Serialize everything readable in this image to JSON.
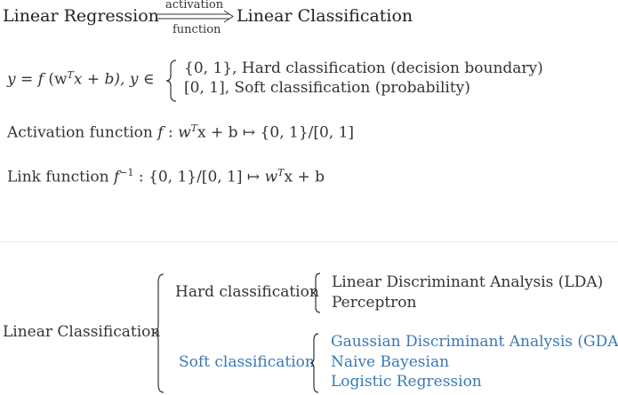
{
  "header": {
    "left": "Linear Regression",
    "arrow_top": "activation",
    "arrow_bottom": "function",
    "right": "Linear Classification"
  },
  "equation": {
    "lhs": "y = f",
    "args": "(w",
    "sup_t": "T",
    "args_end": "x + b)",
    "sep": ", y ∈",
    "case1_set": "{0, 1},",
    "case1_text": "Hard classification (decision boundary)",
    "case2_set": "[0, 1],",
    "case2_text": "Soft classification (probability)"
  },
  "activation": {
    "label": "Activation function",
    "f": "f",
    "colon": ":",
    "w": "w",
    "sup": "T",
    "rest": "x + b ↦ {0, 1}/[0, 1]"
  },
  "link": {
    "label": "Link function",
    "f": "f",
    "sup": "−1",
    "colon": ": {0, 1}/[0, 1] ↦",
    "w": "w",
    "sup2": "T",
    "rest": "x + b"
  },
  "tree": {
    "root": "Linear Classification",
    "hard": {
      "label": "Hard classification",
      "items": [
        "Linear Discriminant Analysis (LDA)",
        "Perceptron"
      ]
    },
    "soft": {
      "label": "Soft classification",
      "items": [
        "Gaussian Discriminant Analysis (GDA)",
        "Naive Bayesian",
        "Logistic Regression"
      ]
    }
  },
  "colors": {
    "text": "#333333",
    "link_blue": "#3a78b5",
    "divider": "#ececec"
  }
}
